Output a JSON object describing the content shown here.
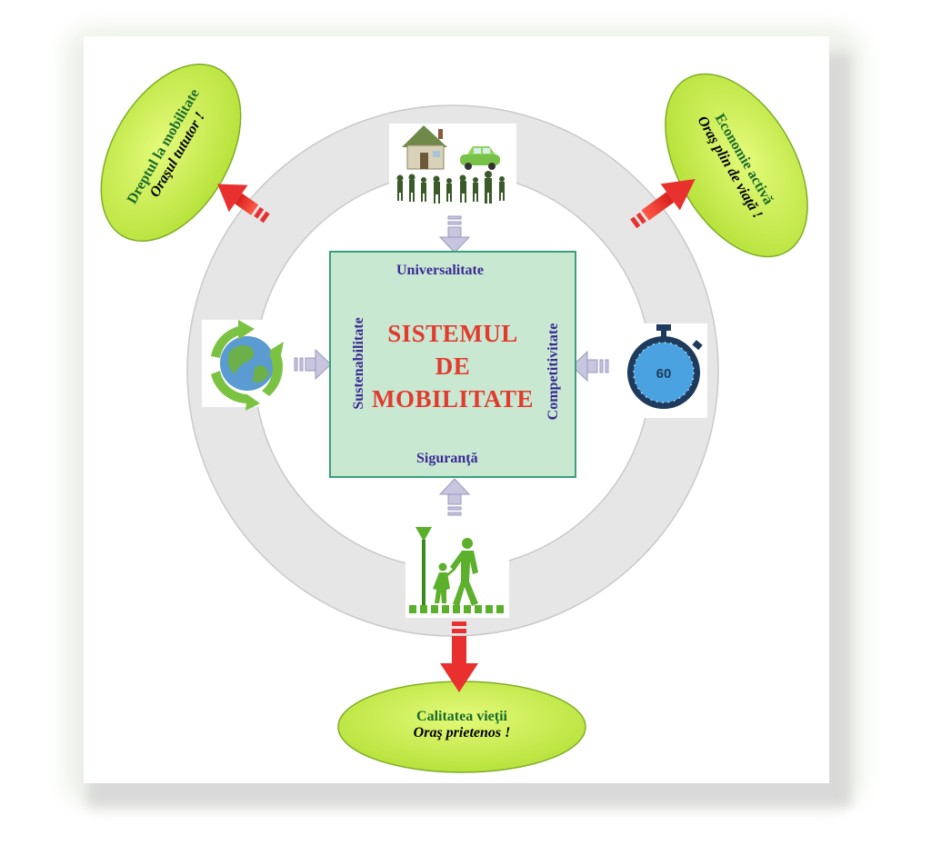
{
  "center": {
    "title_lines": [
      "SISTEMUL",
      "DE",
      "MOBILITATE"
    ],
    "top_label": "Universalitate",
    "bottom_label": "Siguranţă",
    "left_label": "Sustenabilitate",
    "right_label": "Competitivitate"
  },
  "outcomes": {
    "left": {
      "line1": "Dreptul la mobilitate",
      "line2": "Oraşul tututor !"
    },
    "right": {
      "line1": "Economie activă",
      "line2": "Oraş plin de viaţă !"
    },
    "bottom": {
      "line1": "Calitatea vieţii",
      "line2": "Oraş prietenos !"
    }
  },
  "stopwatch": {
    "value": "60"
  },
  "icons": {
    "top": "house-car-people-icon",
    "left": "recycling-globe-icon",
    "right": "stopwatch-icon",
    "bottom": "pedestrian-crossing-icon"
  },
  "colors": {
    "ring": "#e6e6e6",
    "center_fill": "#c9e8d2",
    "center_border": "#3aa079",
    "title": "#e23a2e",
    "labels": "#3a2b93",
    "oval_fill": "#cdf05a",
    "oval_text": "#1a6b2a",
    "red_arrow": "#e8312f",
    "inner_arrow": "#c8c5de"
  }
}
